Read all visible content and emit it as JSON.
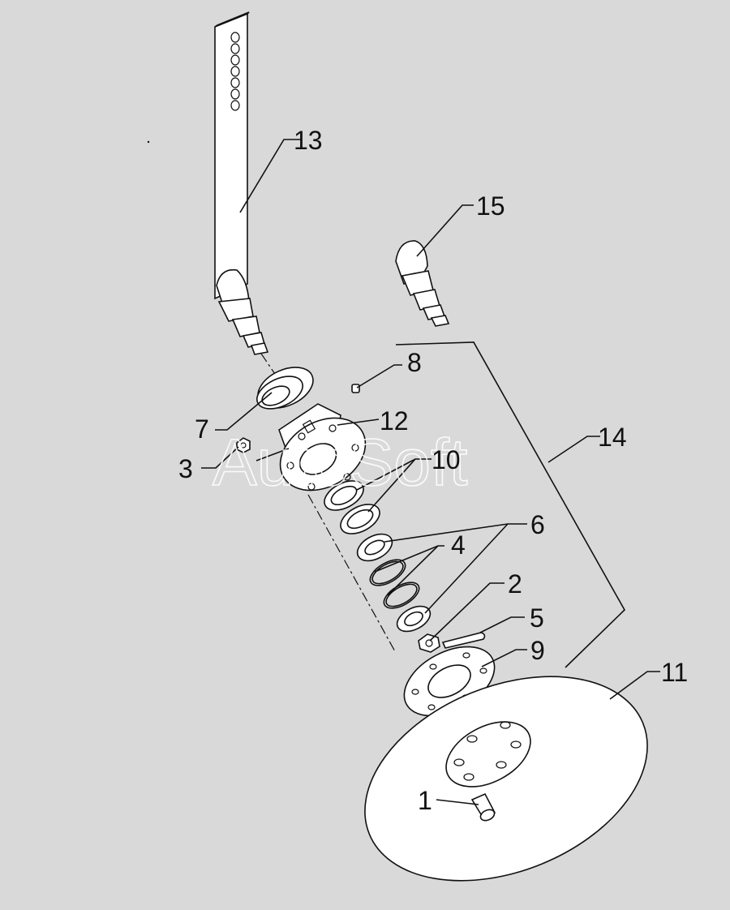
{
  "watermark": "AutoSoft",
  "labels": {
    "l1": "1",
    "l2": "2",
    "l3": "3",
    "l4": "4",
    "l5": "5",
    "l6": "6",
    "l7": "7",
    "l8": "8",
    "l9": "9",
    "l10": "10",
    "l11": "11",
    "l12": "12",
    "l13": "13",
    "l14": "14",
    "l15": "15"
  },
  "colors": {
    "background": "#d9d9d9",
    "line": "#111111",
    "part_fill": "#ffffff"
  }
}
